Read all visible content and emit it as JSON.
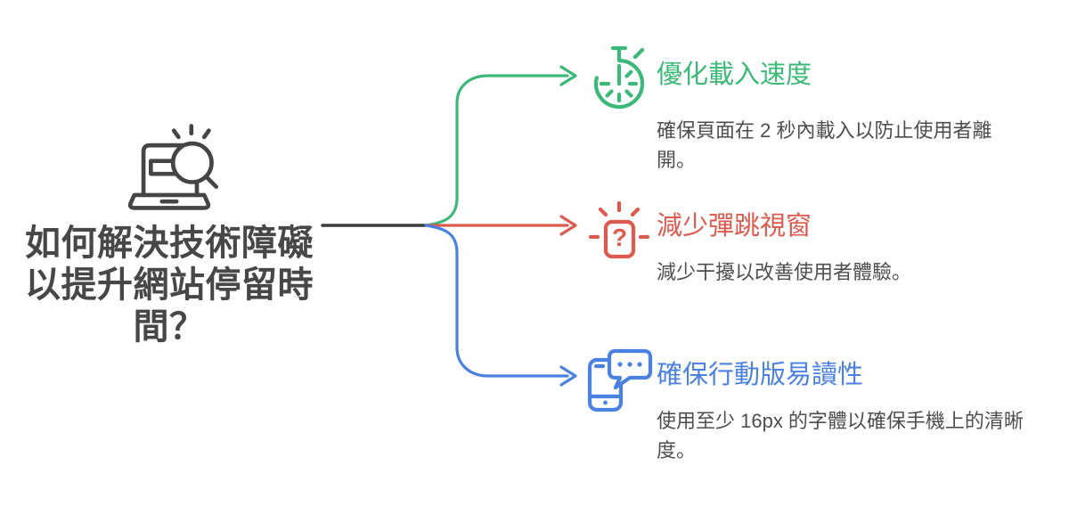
{
  "page": {
    "background": "#ffffff"
  },
  "colors": {
    "trunk": "#3b3b3b",
    "title": "#474747",
    "description_text": "#4e4e4e",
    "branch_green": "#3cb878",
    "branch_red": "#dc5a4e",
    "branch_blue": "#4b81e0"
  },
  "central": {
    "icon": "laptop-search-icon",
    "title": "如何解決技術障礙以提升網站停留時間？",
    "title_lines": [
      "如何解決技術障礙",
      "以提升網站停留時",
      "間？"
    ]
  },
  "branches": [
    {
      "icon": "stopwatch-icon",
      "color": "#3cb878",
      "label": "優化載入速度",
      "description": "確保頁面在 2 秒內載入以防止使用者離開。",
      "description_lines": [
        "確保頁面在 2 秒內載入以防止使用者離",
        "開。"
      ]
    },
    {
      "icon": "alert-popup-icon",
      "color": "#dc5a4e",
      "label": "減少彈跳視窗",
      "description": "減少干擾以改善使用者體驗。",
      "description_lines": [
        "減少干擾以改善使用者體驗。",
        ""
      ]
    },
    {
      "icon": "phone-chat-icon",
      "color": "#4b81e0",
      "label": "確保行動版易讀性",
      "description": "使用至少 16px 的字體以確保手機上的清晰度。",
      "description_lines": [
        "使用至少 16px 的字體以確保手機上的清晰",
        "度。"
      ]
    }
  ]
}
